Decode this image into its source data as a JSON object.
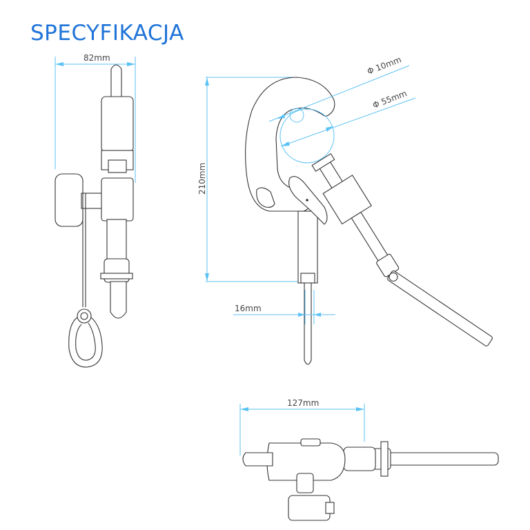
{
  "title": "SPECYFIKACJA",
  "dimensions": {
    "width_side": "82mm",
    "height": "210mm",
    "pipe_min": "Φ 10mm",
    "pipe_max": "Φ 55mm",
    "spigot": "16mm",
    "length_top": "127mm"
  },
  "colors": {
    "title": "#1f74d8",
    "dimension_lines": "#5bc2f5",
    "drawing": "#333333"
  }
}
